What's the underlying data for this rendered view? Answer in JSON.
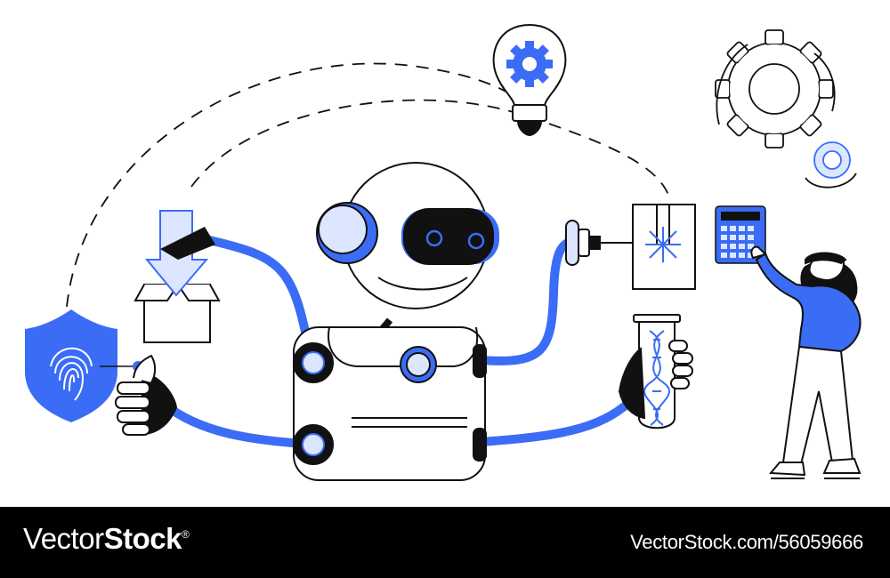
{
  "footer": {
    "brand_light": "Vector",
    "brand_bold": "Stock",
    "registered_mark": "®",
    "image_id": "VectorStock.com/56059666"
  },
  "colors": {
    "accent": "#3B6CF6",
    "light_accent": "#DCE6FF",
    "ink": "#111111",
    "background": "#FFFFFF",
    "footer": "#000000"
  },
  "icons": [
    "robot",
    "shield-fingerprint-icon",
    "download-box-icon",
    "lightbulb-gear-icon",
    "gears-icon",
    "laser-icon",
    "calculator-icon",
    "dna-test-tube-icon",
    "person-figure"
  ]
}
